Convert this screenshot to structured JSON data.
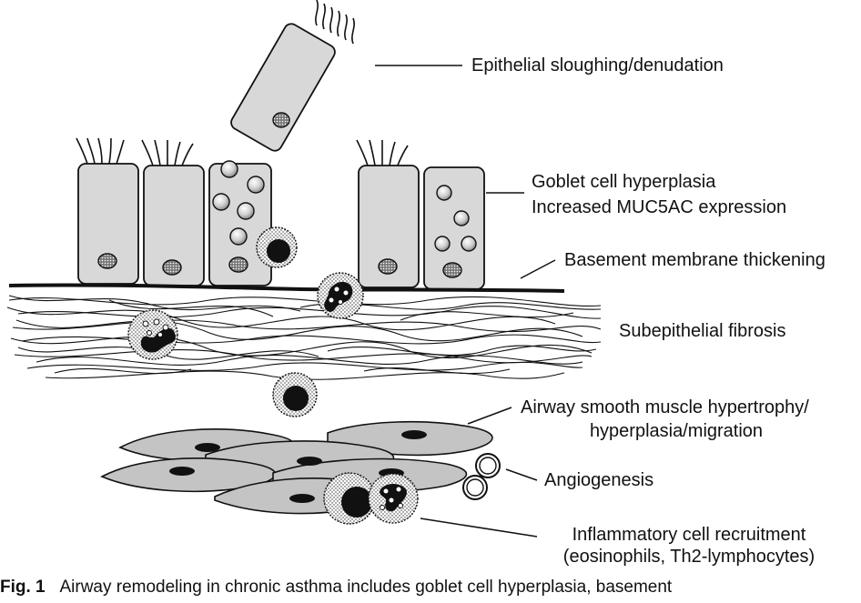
{
  "labels": {
    "epithelial": "Epithelial sloughing/denudation",
    "goblet_line1": "Goblet cell hyperplasia",
    "goblet_line2": "Increased MUC5AC expression",
    "basement": "Basement membrane thickening",
    "fibrosis": "Subepithelial fibrosis",
    "smooth_line1": "Airway smooth muscle hypertrophy/",
    "smooth_line2": "hyperplasia/migration",
    "angio": "Angiogenesis",
    "inflam_line1": "Inflammatory cell recruitment",
    "inflam_line2": "(eosinophils, Th2-lymphocytes)"
  },
  "caption": {
    "prefix": "Fig. 1",
    "text": "Airway remodeling in chronic asthma includes goblet cell hyperplasia, basement"
  },
  "colors": {
    "cell_fill": "#d8d8d8",
    "muscle_fill": "#c4c4c4",
    "nucleus": "#111111",
    "line": "#111111"
  }
}
